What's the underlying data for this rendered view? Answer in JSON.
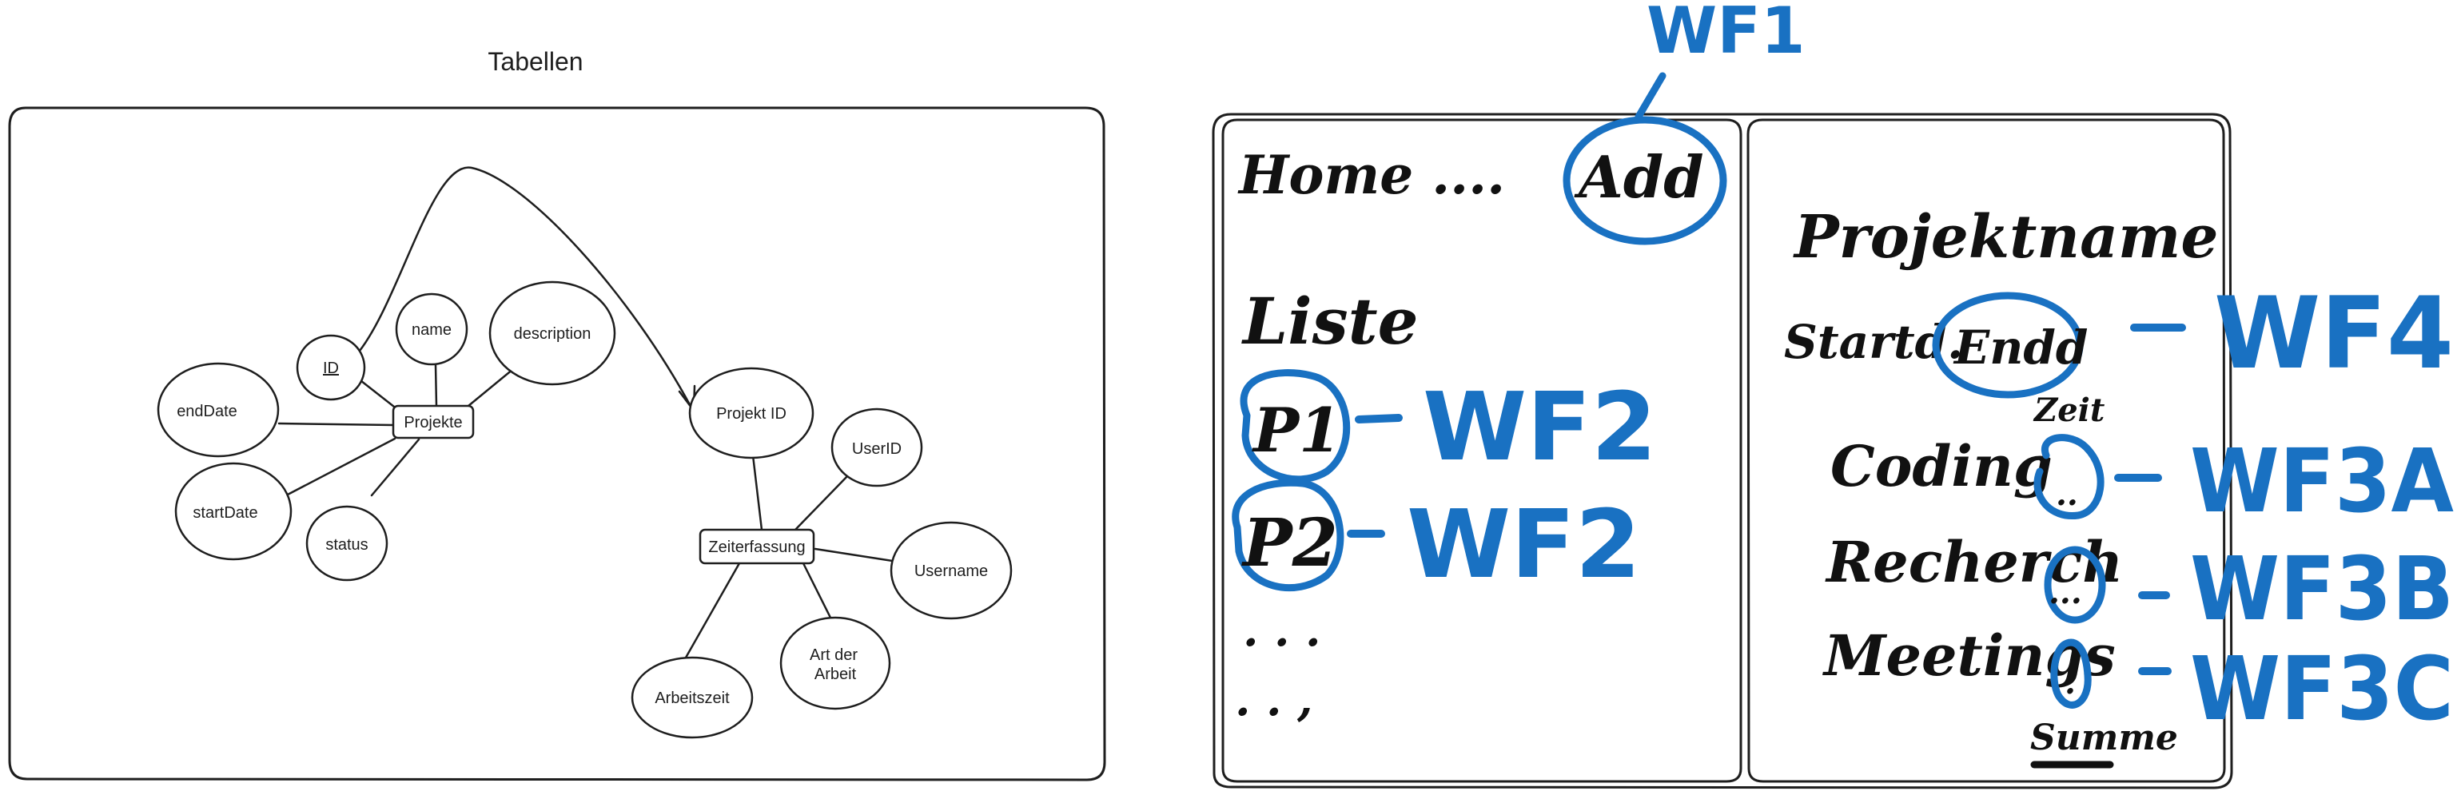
{
  "er_diagram": {
    "title": "Tabellen",
    "entities": {
      "projekte": "Projekte",
      "zeiterfassung": "Zeiterfassung"
    },
    "projekte_attributes": {
      "id": "ID",
      "name": "name",
      "description": "description",
      "end_date": "endDate",
      "start_date": "startDate",
      "status": "status"
    },
    "zeiterfassung_attributes": {
      "projekt_id": "Projekt ID",
      "user_id": "UserID",
      "username": "Username",
      "art_der_arbeit_line1": "Art der",
      "art_der_arbeit_line2": "Arbeit",
      "arbeitszeit": "Arbeitszeit"
    }
  },
  "wireframe": {
    "wf1_label": "WF1",
    "left_panel": {
      "home": "Home ....",
      "add": "Add",
      "liste": "Liste",
      "p1": "P1",
      "p2": "P2",
      "wf2_a": "WF2",
      "wf2_b": "WF2",
      "dots_1": ". . .",
      "dots_2": ". . ,"
    },
    "right_panel": {
      "projektname": "Projektname",
      "startd": "Startd.",
      "endd": "Endd",
      "zeit": "Zeit",
      "coding": "Coding",
      "recherche": "Recherch",
      "meetings": "Meetings",
      "summe": "Summe",
      "cell_dots_1": "..",
      "cell_dots_2": "...",
      "cell_dots_3": ".",
      "wf4": "WF4",
      "wf3a": "WF3A",
      "wf3b": "WF3B",
      "wf3c": "WF3C"
    }
  }
}
